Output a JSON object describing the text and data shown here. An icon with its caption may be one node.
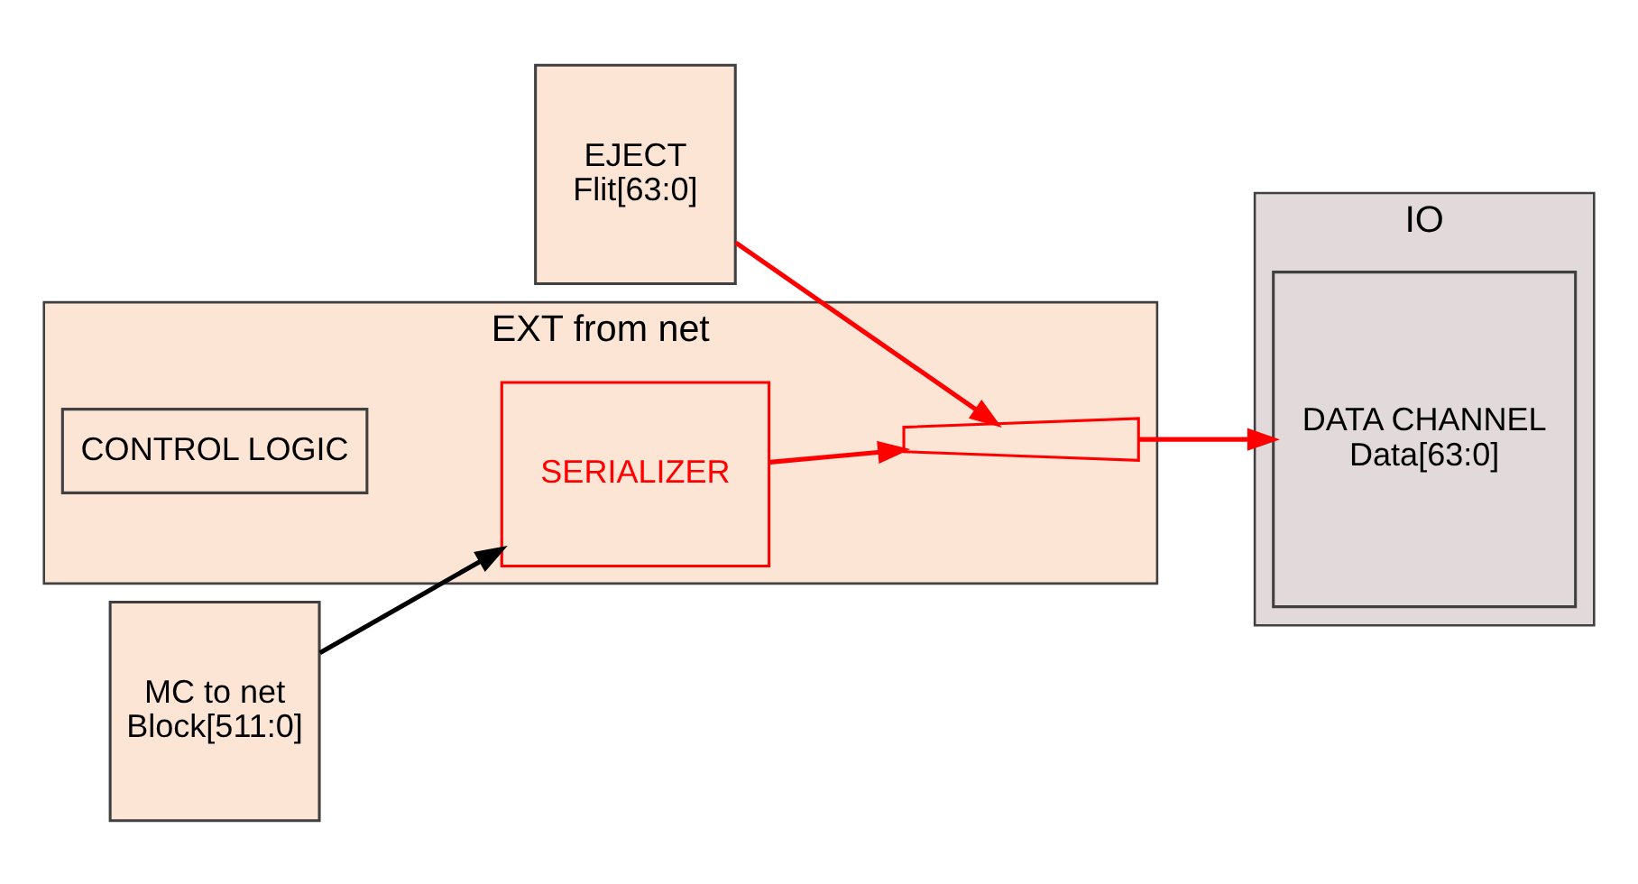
{
  "diagram": {
    "nodes": [
      {
        "text": [
          "EJECT",
          "Flit[63:0]"
        ]
      },
      {
        "text": [
          "MC to net",
          "Block[511:0]"
        ]
      },
      {
        "text": [
          "EXT from net"
        ]
      },
      {
        "text": [
          "SERIALIZER"
        ],
        "in": 2
      },
      {
        "text": [],
        "shape": "trapezoid",
        "in": 2
      },
      {
        "text": [
          "CONTROL LOGIC"
        ],
        "in": 2
      },
      {
        "text": [
          "IO"
        ]
      },
      {
        "text": [
          "DATA CHANNEL",
          "Data[63:0]"
        ],
        "in": 6
      }
    ],
    "edges": [
      {
        "from": 0,
        "to": 4,
        "arrow": "to"
      },
      {
        "from": 1,
        "to": 3,
        "arrow": "to",
        "color": "#000000"
      },
      {
        "from": 3,
        "to": 4,
        "arrow": "to"
      },
      {
        "from": 4,
        "to": 7,
        "arrow": "to"
      }
    ]
  }
}
